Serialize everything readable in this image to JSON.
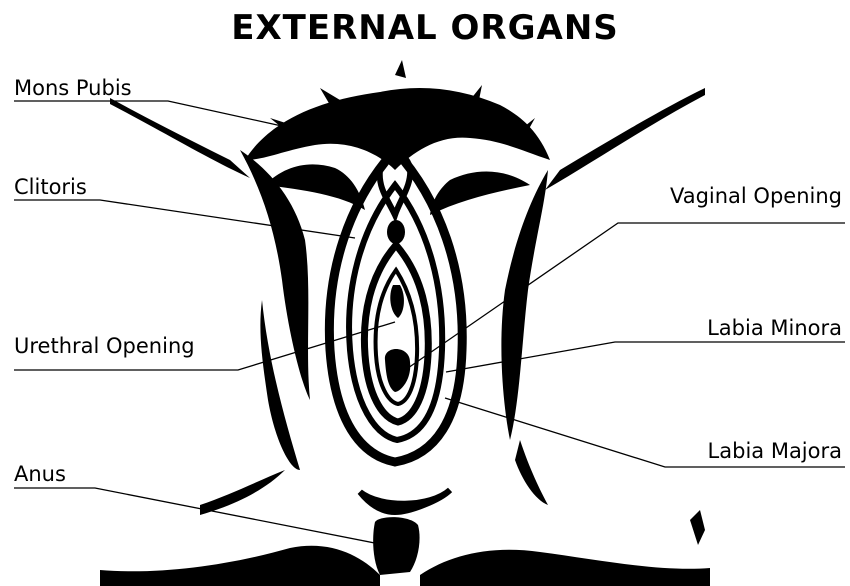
{
  "title": "EXTERNAL ORGANS",
  "labels": {
    "mons_pubis": "Mons Pubis",
    "clitoris": "Clitoris",
    "urethral_opening": "Urethral Opening",
    "anus": "Anus",
    "vaginal_opening": "Vaginal Opening",
    "labia_minora": "Labia Minora",
    "labia_majora": "Labia Majora"
  },
  "colors": {
    "ink": "#000000",
    "background": "#ffffff"
  }
}
